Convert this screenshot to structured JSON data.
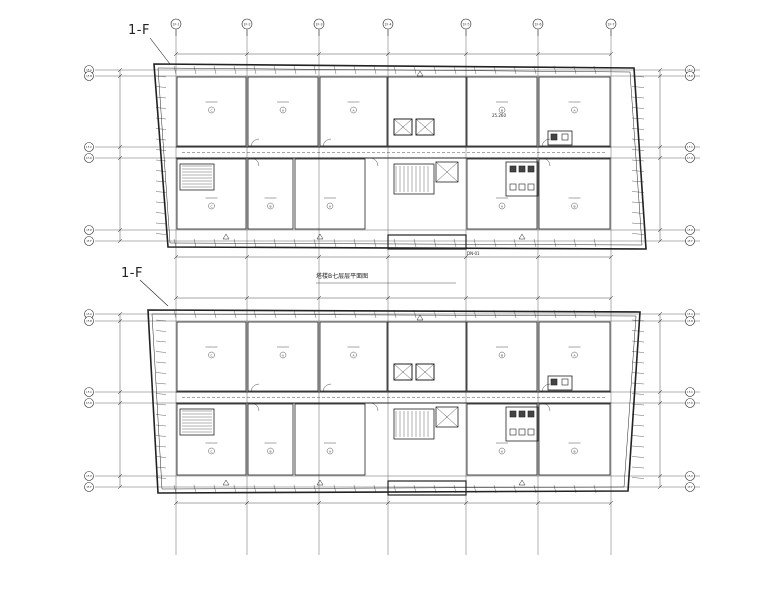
{
  "sections": [
    {
      "label": "1-F",
      "caption": "塔楼B七层层平面图",
      "stair_label": "DN-01",
      "room_value": "25.260",
      "room_labels": [
        "C",
        "A",
        "A",
        "B",
        "A",
        "C",
        "B",
        "A",
        "A",
        "B"
      ],
      "left_axes": [
        "1F-A",
        "1F-B",
        "1F-C",
        "1F-D",
        "1F-E",
        "1F-F"
      ],
      "right_axes": [
        "1F-A",
        "1F-B",
        "1F-C",
        "1F-D",
        "1F-E",
        "1F-F"
      ]
    },
    {
      "label": "1-F",
      "caption": "",
      "stair_label": "",
      "room_value": "",
      "room_labels": [
        "C",
        "A",
        "A",
        "B",
        "A",
        "C",
        "B",
        "A",
        "A",
        "B"
      ],
      "left_axes": [
        "1F-A",
        "1F-B",
        "1F-C",
        "1F-D",
        "1F-E",
        "1F-F"
      ],
      "right_axes": [
        "1F-A",
        "1F-B",
        "1F-C",
        "1F-D",
        "1F-E",
        "1F-F"
      ]
    }
  ],
  "top_axes": [
    "1F-1",
    "1F-2",
    "1F-3",
    "1F-4",
    "1F-5",
    "1F-6",
    "1F-7"
  ],
  "colors": {
    "line": "#222222",
    "hatch": "#555555",
    "accent": "#333333"
  }
}
